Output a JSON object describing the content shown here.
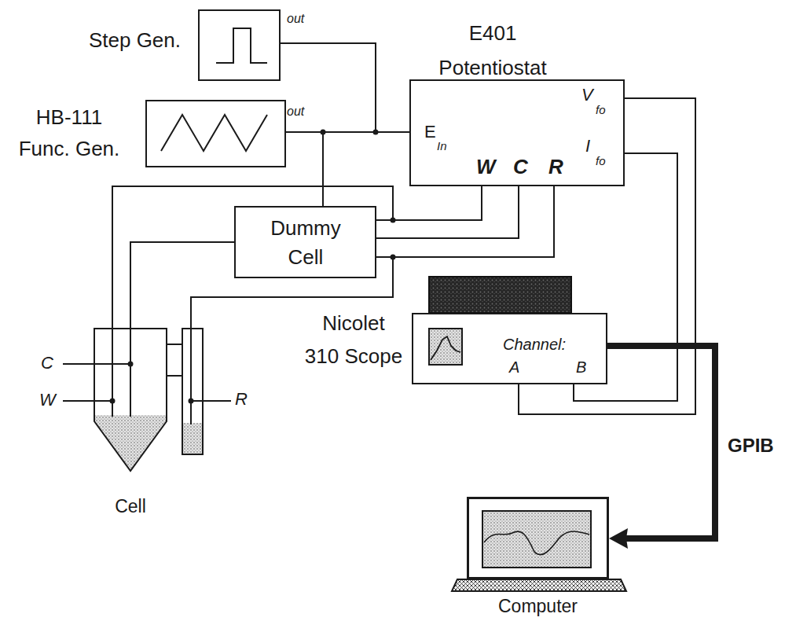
{
  "diagram": {
    "nodes": [
      {
        "text": [
          "Step Gen."
        ]
      },
      {
        "text": [
          "HB-111 Func. Gen."
        ]
      },
      {
        "text": [
          "E401 Potentiostat",
          "E",
          "In",
          "W",
          "C",
          "R",
          "V",
          "fo",
          "I",
          "fo"
        ]
      },
      {
        "text": [
          "Dummy Cell"
        ]
      },
      {
        "text": [
          "Nicolet 310 Scope",
          "Channel:",
          "A",
          "B"
        ]
      },
      {
        "text": [
          "Computer"
        ]
      },
      {
        "text": [
          "Cell"
        ]
      }
    ],
    "edges": [
      {
        "from": 0,
        "to": 2,
        "arrow": "none"
      },
      {
        "from": 1,
        "to": 2,
        "arrow": "none"
      },
      {
        "from": 1,
        "to": 3,
        "arrow": "none"
      },
      {
        "from": 2,
        "to": 3,
        "arrow": "none"
      },
      {
        "from": 2,
        "to": 3,
        "arrow": "none"
      },
      {
        "from": 2,
        "to": 3,
        "arrow": "none"
      },
      {
        "from": 2,
        "to": 6,
        "arrow": "none"
      },
      {
        "from": 3,
        "to": 6,
        "arrow": "none"
      },
      {
        "from": 2,
        "to": 6,
        "arrow": "none"
      },
      {
        "from": 2,
        "to": 4,
        "arrow": "none"
      },
      {
        "from": 2,
        "to": 4,
        "arrow": "none"
      },
      {
        "from": 4,
        "to": 5,
        "label": "GPIB",
        "arrow": "to"
      }
    ],
    "labels": [
      "out",
      "out",
      "C",
      "W",
      "R"
    ]
  }
}
